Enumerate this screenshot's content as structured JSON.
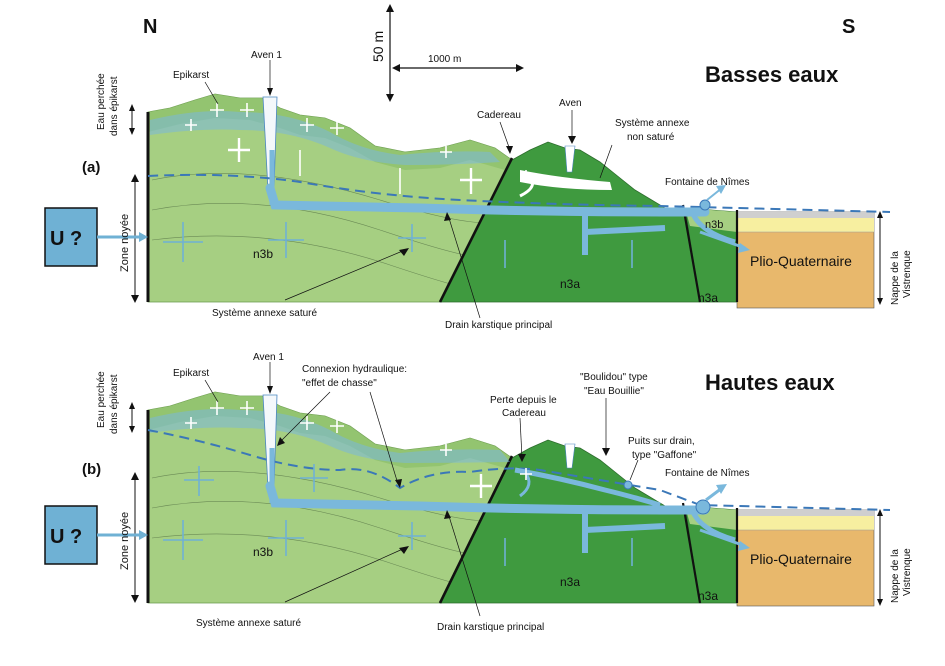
{
  "compass": {
    "north": "N",
    "south": "S"
  },
  "scale": {
    "vertical": "50 m",
    "horizontal": "1000 m"
  },
  "panels": [
    {
      "tag": "(a)",
      "title": "Basses eaux",
      "labels": {
        "epikarst": "Epikarst",
        "aven1": "Aven 1",
        "perched_line1": "Eau perchée",
        "perched_line2": "dans épikarst",
        "flooded_zone": "Zone noyée",
        "unknown": "U ?",
        "n3b_left": "n3b",
        "n3b_right": "n3b",
        "n3a_center": "n3a",
        "n3a_right": "n3a",
        "plio": "Plio-Quaternaire",
        "nappe_line1": "Nappe de la",
        "nappe_line2": "Vistrenque",
        "cadereau": "Cadereau",
        "aven": "Aven",
        "annex_unsat_line1": "Système annexe",
        "annex_unsat_line2": "non saturé",
        "fontaine": "Fontaine de Nîmes",
        "annex_sat": "Système annexe saturé",
        "drain": "Drain karstique principal"
      }
    },
    {
      "tag": "(b)",
      "title": "Hautes eaux",
      "labels": {
        "epikarst": "Epikarst",
        "aven1": "Aven 1",
        "perched_line1": "Eau perchée",
        "perched_line2": "dans épikarst",
        "flooded_zone": "Zone noyée",
        "unknown": "U ?",
        "n3b_left": "n3b",
        "n3a_center": "n3a",
        "n3a_right": "n3a",
        "plio": "Plio-Quaternaire",
        "nappe_line1": "Nappe de la",
        "nappe_line2": "Vistrenque",
        "connexion_line1": "Connexion hydraulique:",
        "connexion_line2": "\"effet de chasse\"",
        "perte_line1": "Perte depuis le",
        "perte_line2": "Cadereau",
        "boulidou_line1": "\"Boulidou\" type",
        "boulidou_line2": "\"Eau Bouillie\"",
        "puits_line1": "Puits sur drain,",
        "puits_line2": "type \"Gaffone\"",
        "fontaine": "Fontaine de Nîmes",
        "annex_sat": "Système annexe saturé",
        "drain": "Drain karstique principal"
      }
    }
  ],
  "colors": {
    "n3b": "#a6cf82",
    "n3b_dark": "#7eb35e",
    "n3a": "#3f9a3f",
    "plio": "#e8b86c",
    "plio_top": "#f7efa0",
    "water": "#7ab8dc",
    "water_dark": "#3b78b8",
    "box": "#6fb1d4",
    "fault": "#111111"
  }
}
